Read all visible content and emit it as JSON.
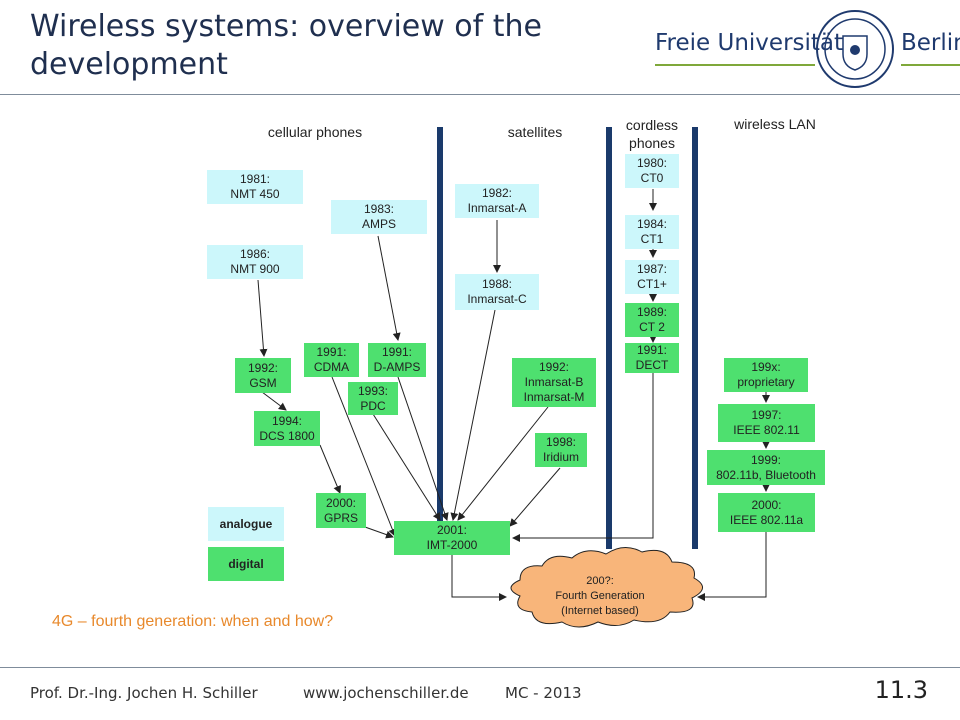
{
  "title": "Wireless systems: overview of the development",
  "logo": {
    "text_left": "Freie Universität",
    "text_right": "Berlin"
  },
  "categories": {
    "cellular": "cellular phones",
    "satellites": "satellites",
    "cordless": "cordless\nphones",
    "wlan": "wireless LAN"
  },
  "boxes": {
    "nmt450": "1981:\nNMT 450",
    "nmt900": "1986:\nNMT 900",
    "amps": "1983:\nAMPS",
    "gsm": "1992:\nGSM",
    "dcs": "1994:\nDCS 1800",
    "cdma": "1991:\nCDMA",
    "damps": "1991:\nD-AMPS",
    "pdc": "1993:\nPDC",
    "gprs": "2000:\nGPRS",
    "inmarsat_a": "1982:\nInmarsat-A",
    "inmarsat_c": "1988:\nInmarsat-C",
    "inmarsat_bm": "1992:\nInmarsat-B\nInmarsat-M",
    "iridium": "1998:\nIridium",
    "imt": "2001:\nIMT-2000",
    "ct0": "1980:\nCT0",
    "ct1": "1984:\nCT1",
    "ct1p": "1987:\nCT1+",
    "ct2": "1989:\nCT 2",
    "dect": "1991:\nDECT",
    "prop": "199x:\nproprietary",
    "ieee80211": "1997:\nIEEE 802.11",
    "ieee80211b": "1999:\n802.11b, Bluetooth",
    "ieee80211a": "2000:\nIEEE 802.11a"
  },
  "cloud": "200?:\nFourth Generation\n(Internet based)",
  "legend": {
    "analogue": "analogue",
    "digital": "digital"
  },
  "question": "4G – fourth generation: when and how?",
  "footer": {
    "author": "Prof. Dr.-Ing. Jochen H. Schiller",
    "url": "www.jochenschiller.de",
    "course": "MC - 2013",
    "page": "11.3"
  },
  "colors": {
    "analogue": "#ccf7fb",
    "digital": "#4ee06f",
    "divider": "#1a3a6b",
    "title": "#1f2f4f",
    "question": "#e8892c"
  }
}
